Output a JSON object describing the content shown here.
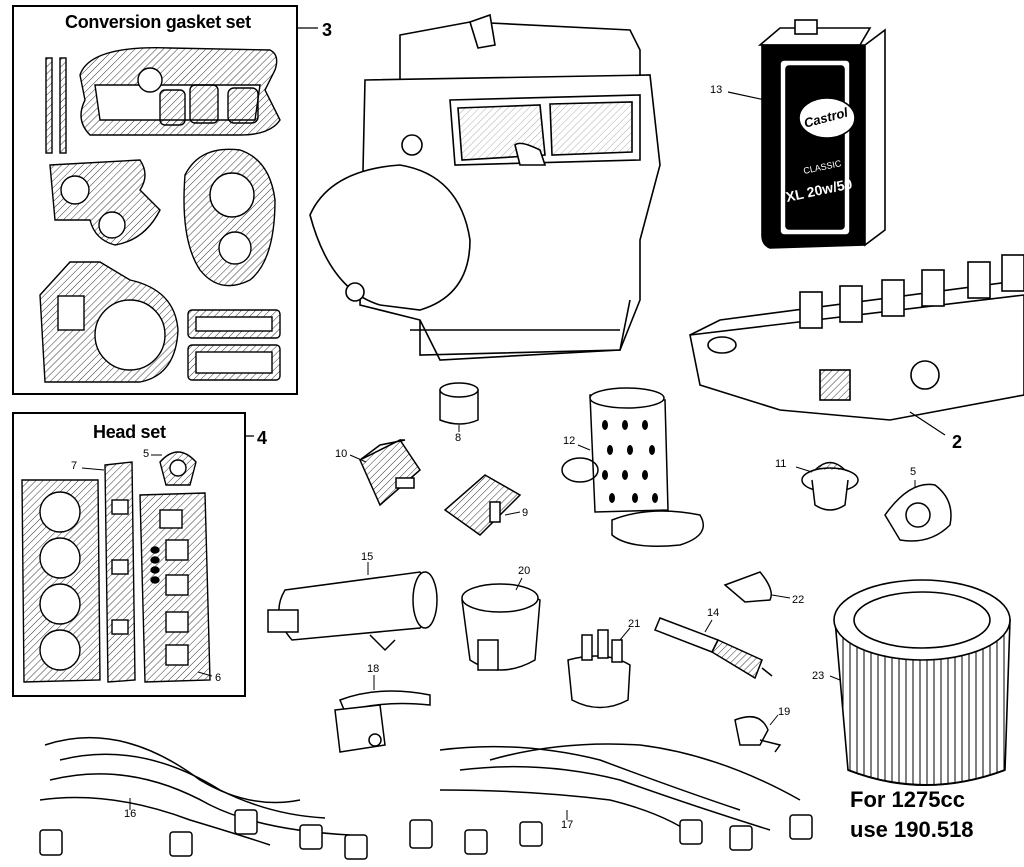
{
  "boxes": {
    "conversion": {
      "title": "Conversion gasket set",
      "ref": "3"
    },
    "head": {
      "title": "Head set",
      "ref": "4"
    }
  },
  "refs": {
    "cylinder_head": "2",
    "gasket_5_right": "5",
    "gasket_5_head": "5",
    "head_gasket_6": "6",
    "gasket_7": "7",
    "bush_8": "8",
    "mount_9": "9",
    "mount_10": "10",
    "thermostat_11": "11",
    "oil_filter_12": "12",
    "oil_can_13": "13",
    "spark_plug_14": "14",
    "coil_15": "15",
    "leads_16": "16",
    "leads_17": "17",
    "points_18": "18",
    "plug_cap_19": "19",
    "distributor_cap_20": "20",
    "distributor_cap_21": "21",
    "rotor_22": "22",
    "air_filter_23": "23"
  },
  "oil_can": {
    "brand": "Castrol",
    "grade_line1": "CLASSIC",
    "grade_line2": "XL 20w/50"
  },
  "note": {
    "line1": "For 1275cc",
    "line2": "use 190.518"
  }
}
